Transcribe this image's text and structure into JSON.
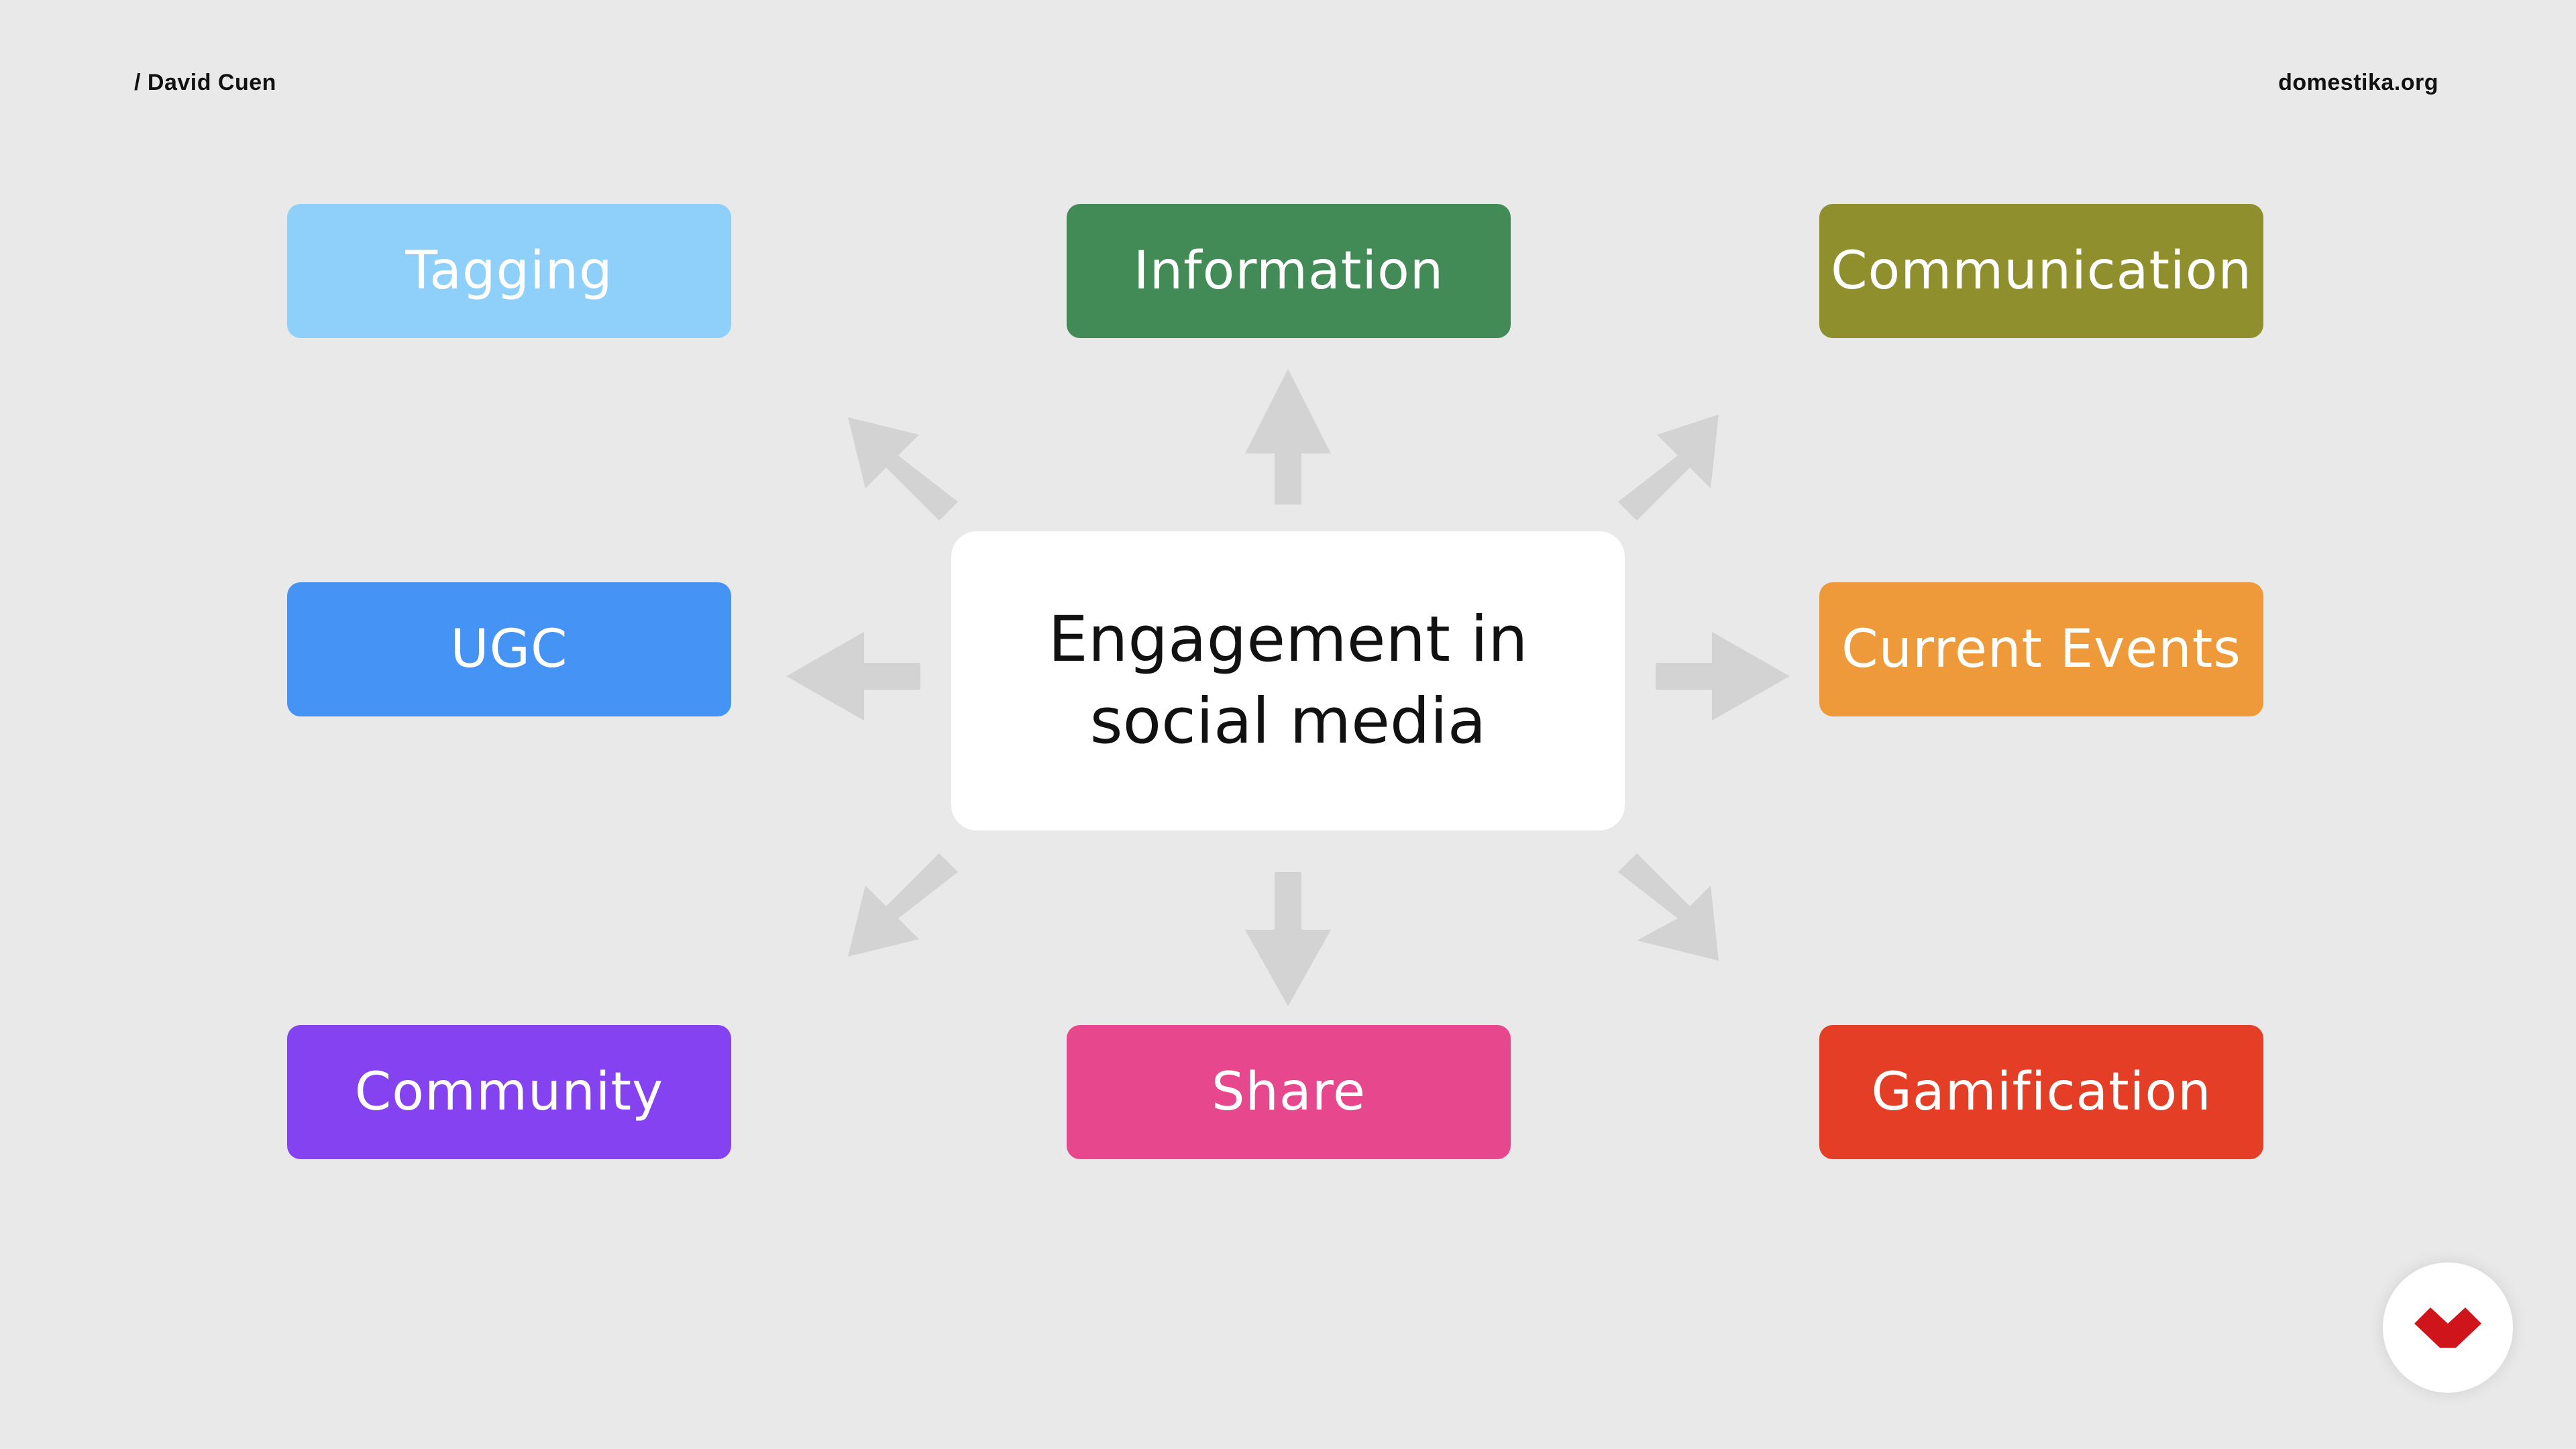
{
  "header": {
    "author": "/ David Cuen",
    "site": "domestika.org"
  },
  "center": {
    "title": "Engagement in\nsocial media"
  },
  "nodes": [
    {
      "label": "Tagging",
      "color": "#8fd0fb"
    },
    {
      "label": "Information",
      "color": "#428a56"
    },
    {
      "label": "Communication",
      "color": "#8f8f2d"
    },
    {
      "label": "UGC",
      "color": "#4593f5"
    },
    {
      "label": "Current Events",
      "color": "#ee9a3a"
    },
    {
      "label": "Community",
      "color": "#8442f1"
    },
    {
      "label": "Share",
      "color": "#e6478d"
    },
    {
      "label": "Gamification",
      "color": "#e53e26"
    }
  ],
  "colors": {
    "background": "#e9e9e9",
    "arrow": "#d3d3d3",
    "logo": "#d0141c"
  },
  "logo": {
    "icon": "domestika-logo-icon"
  }
}
